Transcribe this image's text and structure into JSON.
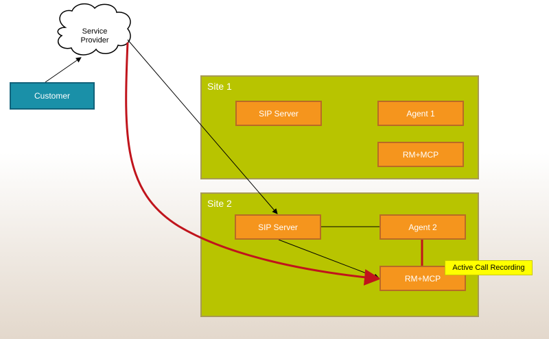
{
  "cloud": {
    "label_line1": "Service",
    "label_line2": "Provider"
  },
  "customer": {
    "label": "Customer"
  },
  "site1": {
    "title": "Site 1",
    "sip_server": "SIP Server",
    "agent": "Agent 1",
    "rm_mcp": "RM+MCP"
  },
  "site2": {
    "title": "Site 2",
    "sip_server": "SIP Server",
    "agent": "Agent 2",
    "rm_mcp": "RM+MCP"
  },
  "callout": {
    "label": "Active Call Recording"
  },
  "colors": {
    "site_fill": "#b8c400",
    "node_fill": "#f5951d",
    "customer_fill": "#1a90a8",
    "recording_path": "#c0141c",
    "callout_fill": "#ffff00"
  }
}
